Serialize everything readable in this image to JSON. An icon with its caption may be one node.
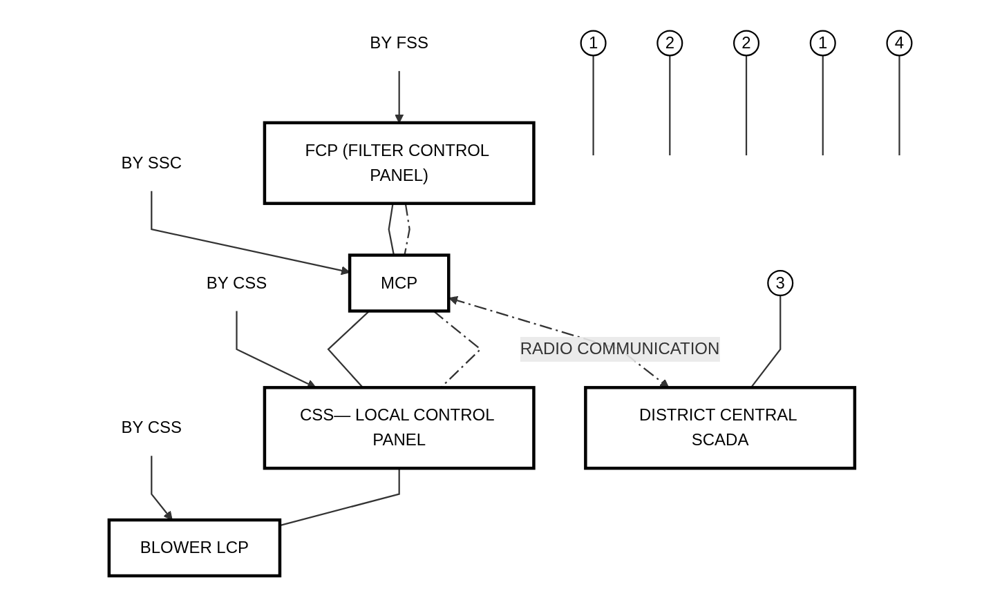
{
  "diagram": {
    "nodes": [
      {
        "text": [
          "BY FSS"
        ]
      },
      {
        "text": [
          "BY CSS"
        ]
      },
      {
        "text": [
          "BY CSS"
        ]
      },
      {
        "text": [
          "FCP (FILTER CONTROL PANEL)"
        ]
      },
      {
        "text": [
          "CSS— LOCAL CONTROL PANEL"
        ]
      },
      {
        "text": [
          "BLOWER LCP"
        ]
      },
      {
        "text": [
          "4"
        ]
      },
      {
        "text": [
          "2"
        ]
      },
      {
        "text": [
          "1"
        ]
      },
      {
        "text": [
          "1"
        ]
      },
      {
        "text": [
          "BY SSC"
        ]
      },
      {
        "text": [
          "2"
        ]
      },
      {
        "text": [
          "MCP"
        ]
      },
      {
        "text": [
          "DISTRICT CENTRAL SCADA"
        ]
      },
      {
        "text": [
          "3"
        ]
      }
    ],
    "edges": [
      {
        "from": 0,
        "to": 3,
        "arrow": "to"
      },
      {
        "from": 1,
        "to": 4,
        "arrow": "to"
      },
      {
        "from": 2,
        "to": 5,
        "arrow": "to"
      },
      {
        "from": 10,
        "to": 12,
        "arrow": "to"
      },
      {
        "from": 3,
        "to": 12,
        "arrow": "none"
      },
      {
        "from": 3,
        "to": 12,
        "arrow": "none",
        "style": "dashed"
      },
      {
        "from": 12,
        "to": 4,
        "arrow": "none"
      },
      {
        "from": 12,
        "to": 4,
        "arrow": "none",
        "style": "dashed"
      },
      {
        "from": 4,
        "to": 5,
        "arrow": "none"
      },
      {
        "from": 12,
        "to": 13,
        "arrow": "both",
        "style": "dashed",
        "label": "RADIO COMMUNICATION"
      },
      {
        "from": 9,
        "to": null,
        "arrow": "none"
      },
      {
        "from": 7,
        "to": null,
        "arrow": "none"
      },
      {
        "from": 11,
        "to": null,
        "arrow": "none"
      },
      {
        "from": 8,
        "to": null,
        "arrow": "none"
      },
      {
        "from": 6,
        "to": null,
        "arrow": "none"
      },
      {
        "from": 14,
        "to": 13,
        "arrow": "none"
      }
    ]
  }
}
